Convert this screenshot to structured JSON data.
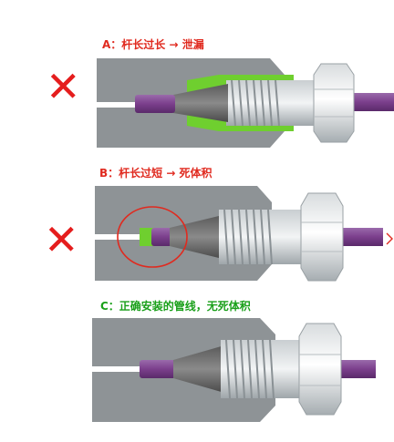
{
  "panels": [
    {
      "caption": "A：杆长过长 → 泄漏",
      "status": "incorrect",
      "mark": "✕"
    },
    {
      "caption": "B：杆长过短 → 死体积",
      "status": "incorrect",
      "mark": "✕"
    },
    {
      "caption": "C：正确安装的管线，无死体积",
      "status": "correct"
    }
  ],
  "colors": {
    "incorrect": "#e02a1f",
    "correct": "#1aa01a",
    "tube": "#7b3f8c",
    "port": "#8e9396",
    "leak": "#6fcf2f"
  }
}
